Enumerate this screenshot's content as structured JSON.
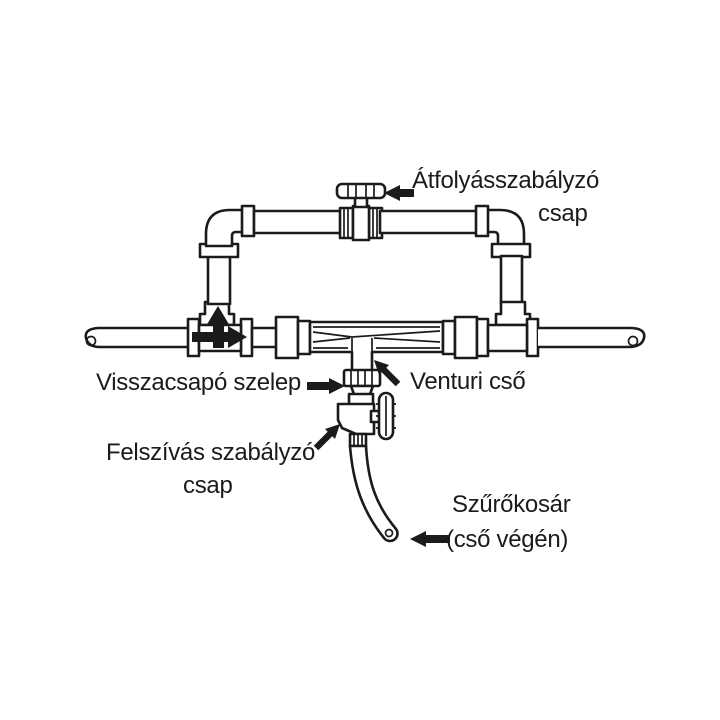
{
  "diagram": {
    "background_color": "#ffffff",
    "ink_color": "#1b1b1b",
    "labels": {
      "flow_control_valve_line1": "Átfolyásszabályzó",
      "flow_control_valve_line2": "csap",
      "check_valve": "Visszacsapó szelep",
      "venturi_tube": "Venturi cső",
      "suction_control_valve_line1": "Felszívás szabályzó",
      "suction_control_valve_line2": "csap",
      "strainer_line1": "Szűrőkosár",
      "strainer_line2": "(cső végén)"
    }
  }
}
